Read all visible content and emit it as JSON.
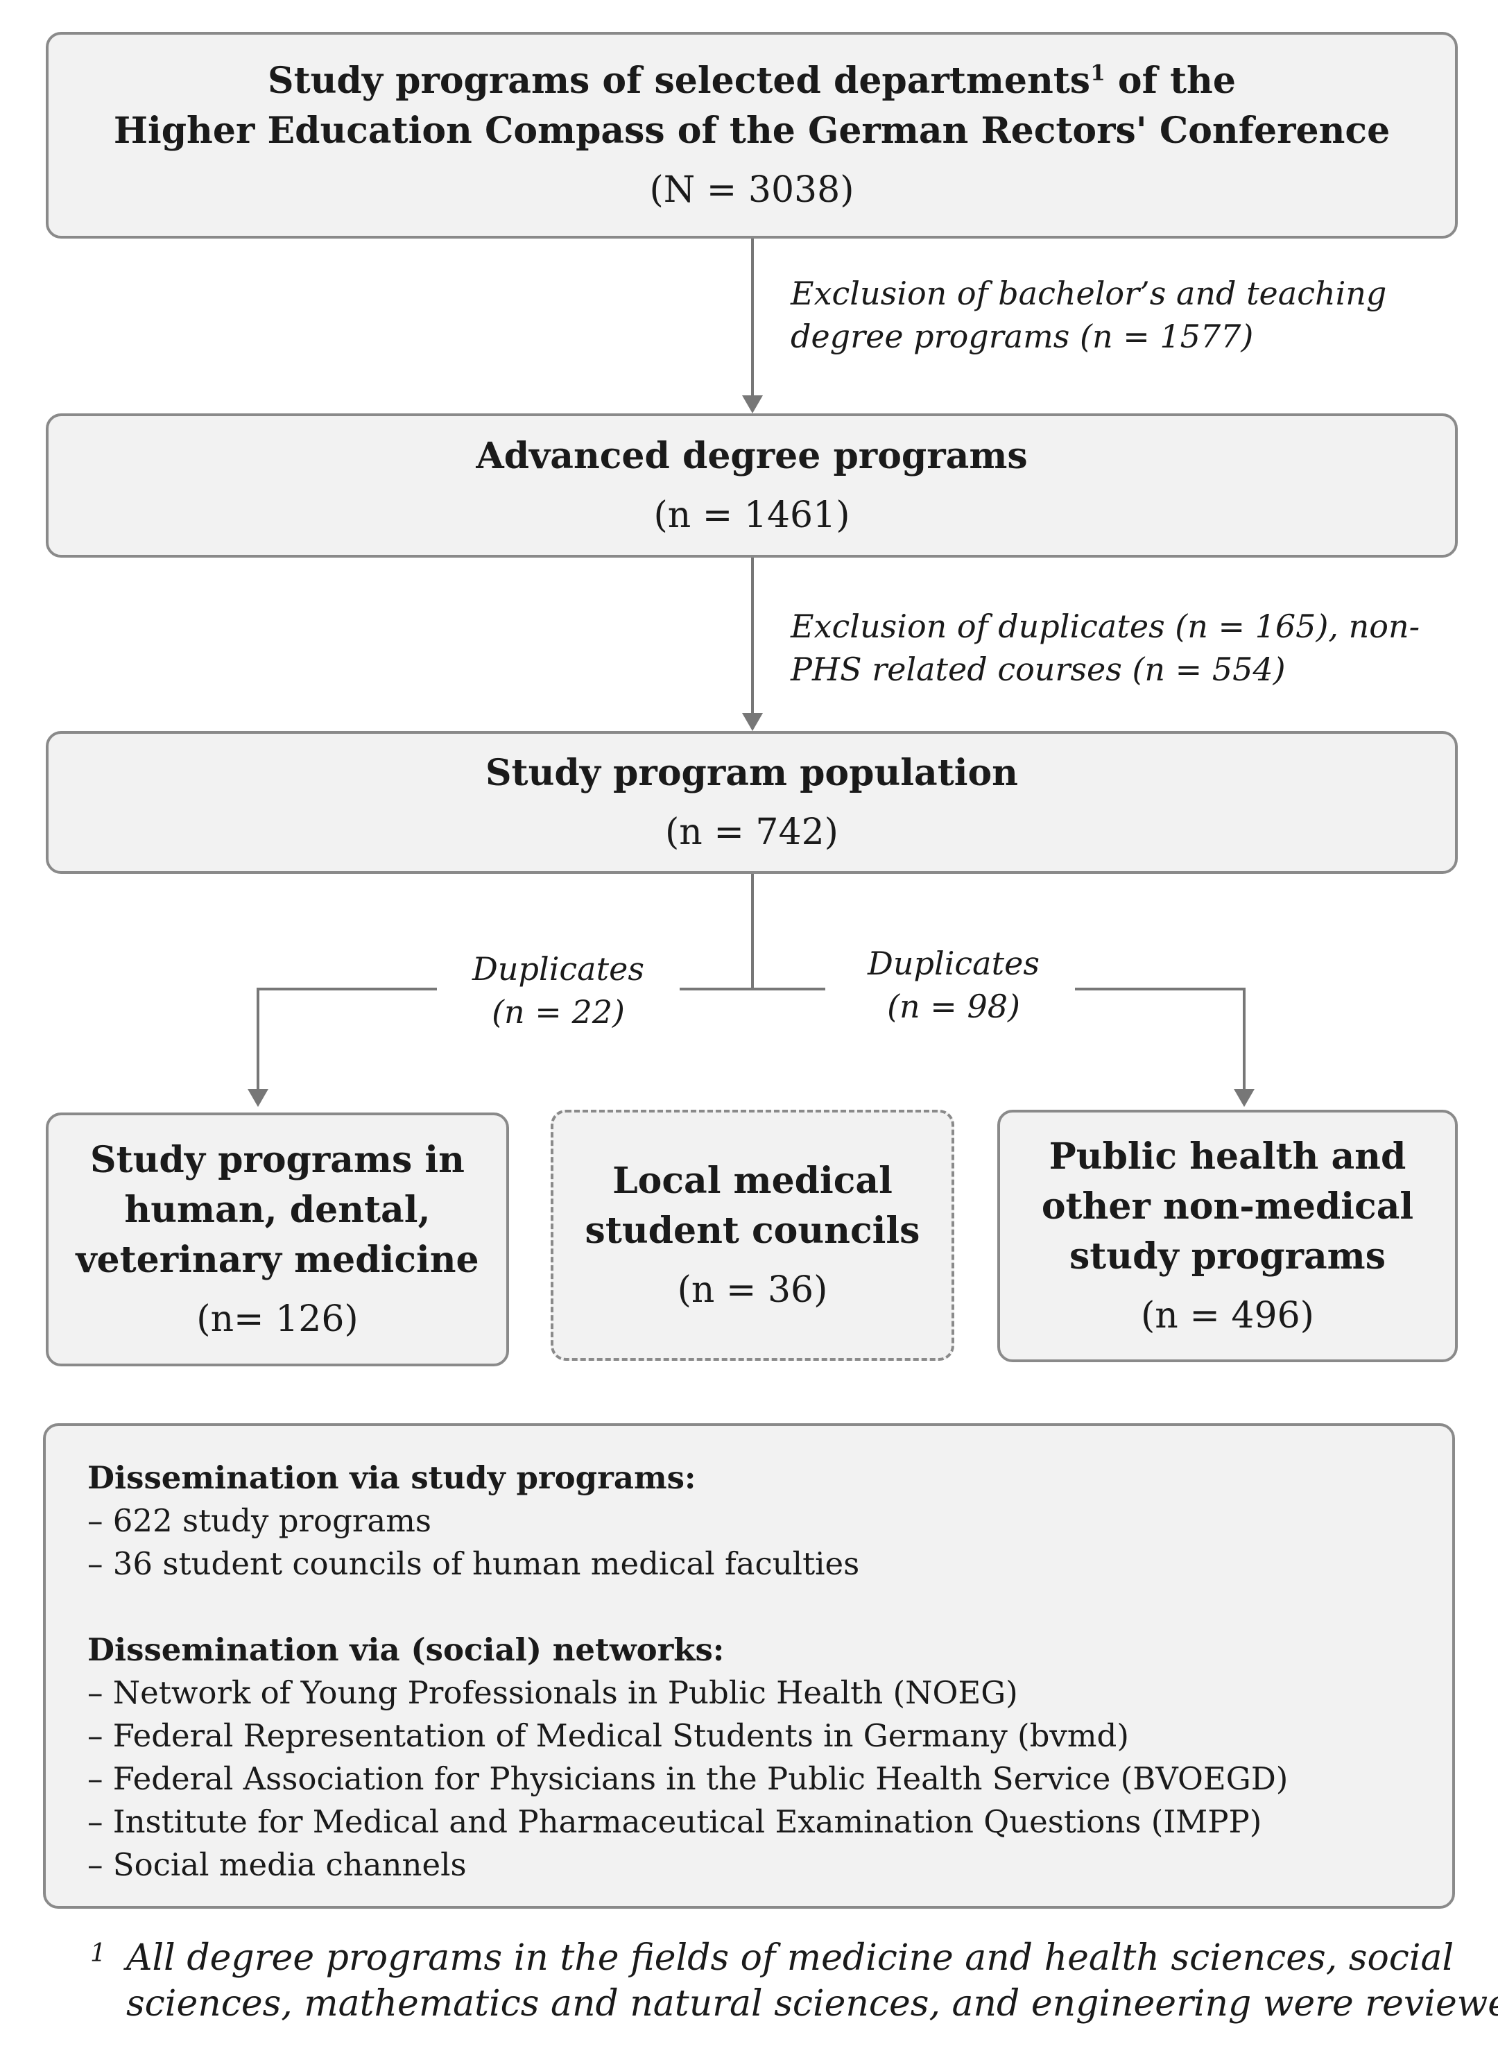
{
  "boxes": {
    "top": {
      "line1_a": "Study programs of selected departments",
      "line1_sup": "1",
      "line1_b": " of the",
      "line2": "Higher Education Compass of the German Rectors' Conference",
      "count": "(N = 3038)"
    },
    "advanced": {
      "title": "Advanced degree programs",
      "count": "(n = 1461)"
    },
    "population": {
      "title": "Study program population",
      "count": "(n = 742)"
    },
    "medicine": {
      "title_lines": [
        "Study programs in",
        "human, dental,",
        "veterinary medicine"
      ],
      "count": "(n= 126)"
    },
    "councils": {
      "title_lines": [
        "Local medical",
        "student councils"
      ],
      "count": "(n = 36)"
    },
    "public_health": {
      "title_lines": [
        "Public health and",
        "other non-medical",
        "study programs"
      ],
      "count": "(n = 496)"
    }
  },
  "notes": {
    "exclusion1": [
      "Exclusion of bachelor’s and teaching",
      "degree programs (n = 1577)"
    ],
    "exclusion2": [
      "Exclusion of duplicates (n = 165),  non-",
      "PHS related courses (n = 554)"
    ],
    "dup_left": [
      "Duplicates",
      "(n = 22)"
    ],
    "dup_right": [
      "Duplicates",
      "(n = 98)"
    ]
  },
  "dissemination": {
    "study_heading": "Dissemination via study programs:",
    "study_items": [
      "– 622 study programs",
      "– 36 student councils of human medical faculties"
    ],
    "network_heading": "Dissemination via (social) networks:",
    "network_items": [
      "– Network of Young Professionals in Public Health (NOEG)",
      "– Federal Representation of Medical Students in Germany (bvmd)",
      "– Federal Association for Physicians in the Public Health Service (BVOEGD)",
      "– Institute for Medical and Pharmaceutical Examination Questions (IMPP)",
      "– Social media channels"
    ]
  },
  "footnote": {
    "mark": "1",
    "lines": [
      "All degree programs in the fields of medicine and health sciences, social",
      "sciences, mathematics and natural sciences, and engineering were reviewed."
    ]
  },
  "colors": {
    "box_fill": "#f2f2f2",
    "border": "#8a8a8a",
    "connector": "#777777"
  }
}
